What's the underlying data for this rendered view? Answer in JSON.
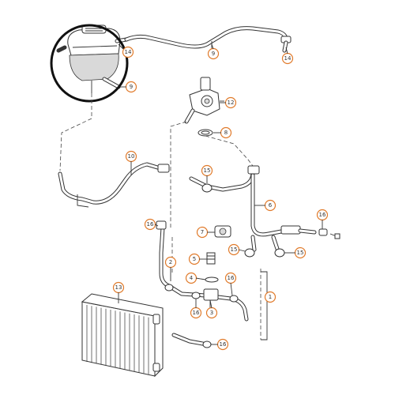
{
  "diagram": {
    "callouts": [
      {
        "id": "c-1",
        "label": "1"
      },
      {
        "id": "c-2",
        "label": "2"
      },
      {
        "id": "c-3",
        "label": "3"
      },
      {
        "id": "c-4",
        "label": "4"
      },
      {
        "id": "c-5",
        "label": "5"
      },
      {
        "id": "c-6",
        "label": "6"
      },
      {
        "id": "c-7",
        "label": "7"
      },
      {
        "id": "c-8",
        "label": "8"
      },
      {
        "id": "c-9",
        "label": "9"
      },
      {
        "id": "c-9b",
        "label": "9"
      },
      {
        "id": "c-10",
        "label": "10"
      },
      {
        "id": "c-12",
        "label": "12"
      },
      {
        "id": "c-13",
        "label": "13"
      },
      {
        "id": "c-14a",
        "label": "14"
      },
      {
        "id": "c-14b",
        "label": "14"
      },
      {
        "id": "c-15a",
        "label": "15"
      },
      {
        "id": "c-15b",
        "label": "15"
      },
      {
        "id": "c-15c",
        "label": "15"
      },
      {
        "id": "c-16a",
        "label": "16"
      },
      {
        "id": "c-16b",
        "label": "16"
      },
      {
        "id": "c-16c",
        "label": "16"
      },
      {
        "id": "c-16d",
        "label": "16"
      },
      {
        "id": "c-16e",
        "label": "16"
      }
    ]
  }
}
